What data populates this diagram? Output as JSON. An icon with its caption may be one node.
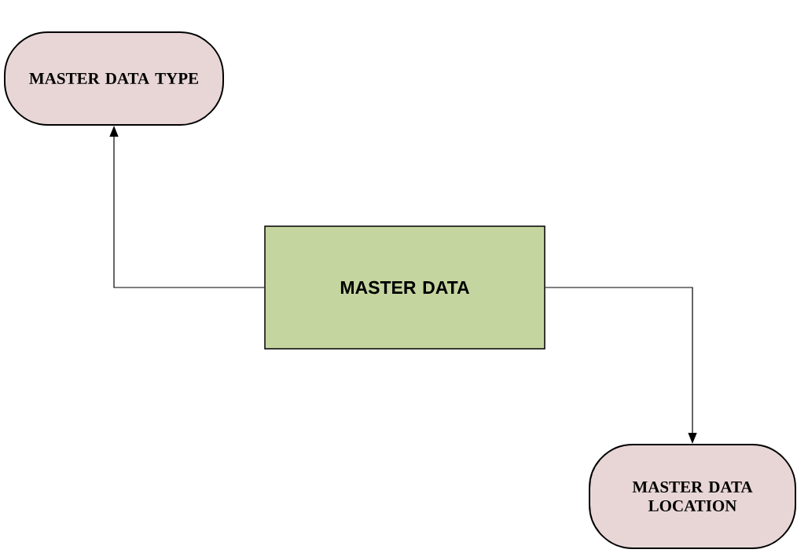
{
  "diagram": {
    "nodes": [
      {
        "text": [
          "MASTER DATA TYPE"
        ]
      },
      {
        "text": [
          "MASTER DATA"
        ]
      },
      {
        "text": [
          "MASTER DATA LOCATION"
        ]
      }
    ],
    "edges": [
      {
        "from": 1,
        "to": 0,
        "arrow": "to"
      },
      {
        "from": 1,
        "to": 2,
        "arrow": "to"
      }
    ]
  }
}
